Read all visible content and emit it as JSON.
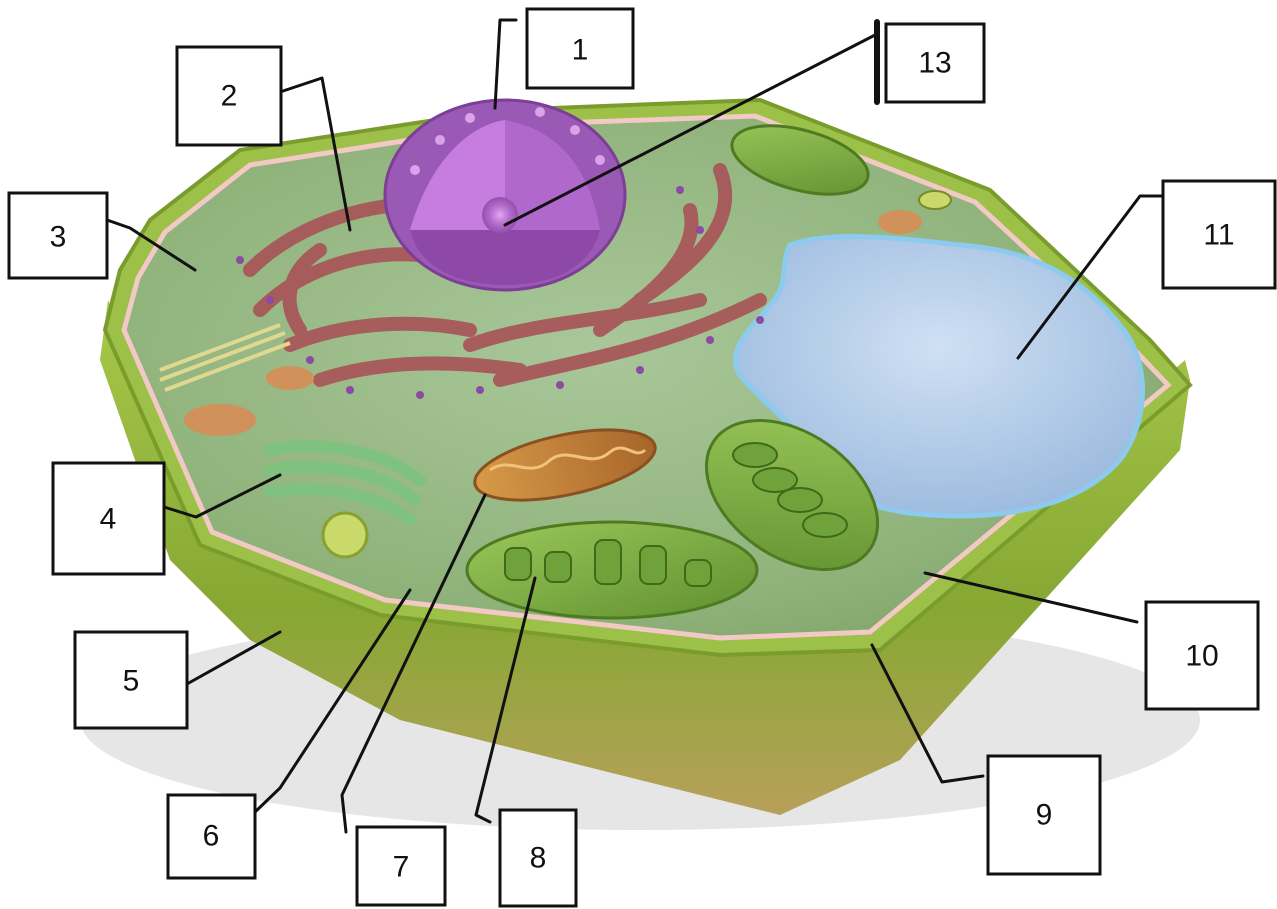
{
  "diagram": {
    "subject": "plant-cell",
    "labels": [
      "1",
      "2",
      "3",
      "4",
      "5",
      "6",
      "7",
      "8",
      "9",
      "10",
      "11",
      "13"
    ],
    "colors": {
      "cell_wall": "#8fb33a",
      "cell_wall_dark": "#6f8f25",
      "membrane": "#f2c9c4",
      "cytoplasm": "#9fbf86",
      "nucleus": "#a35fb8",
      "nucleolus": "#c98be0",
      "er": "#a8585a",
      "golgi": "#7fc27f",
      "mitochondrion": "#c98a3c",
      "chloroplast": "#7fae45",
      "vacuole": "#a9c8ea",
      "vacuole_edge": "#8ec9ee"
    }
  }
}
